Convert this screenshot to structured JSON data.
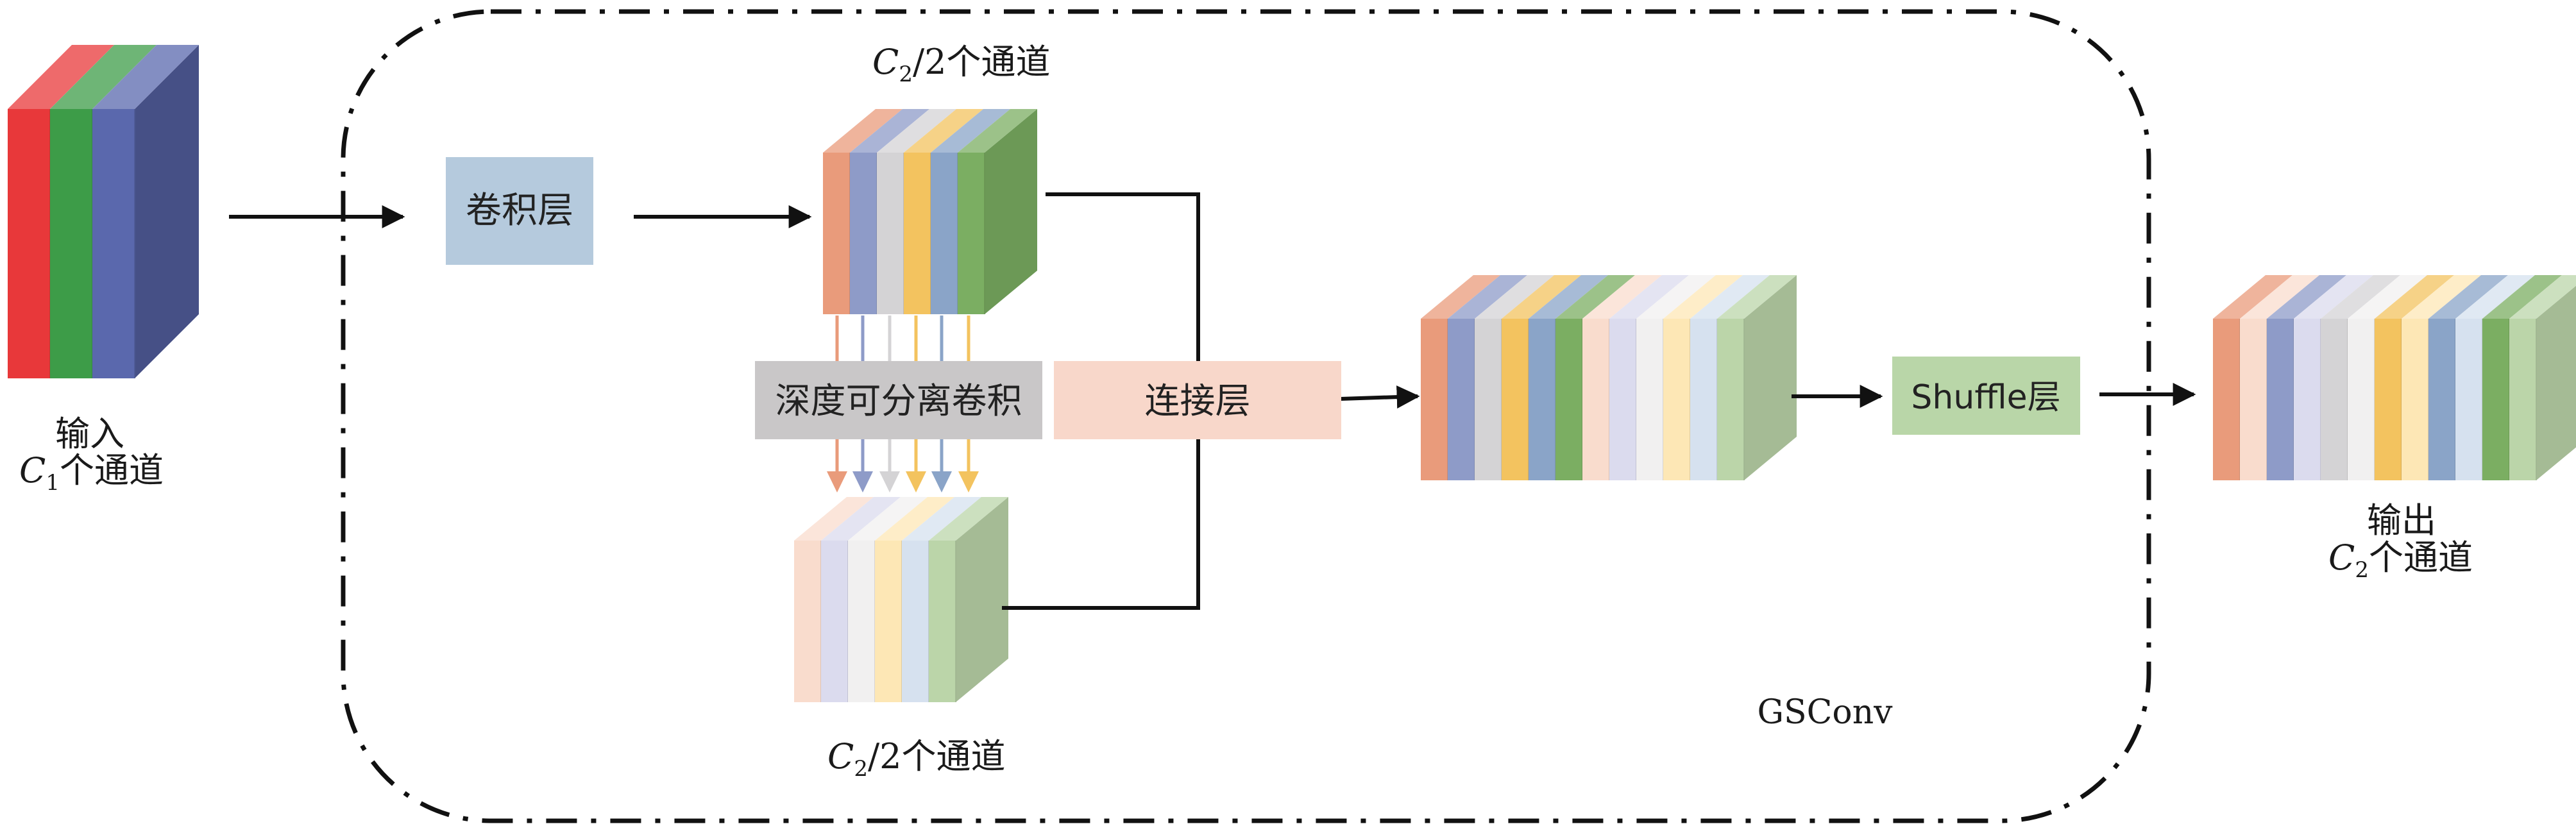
{
  "labels": {
    "input_line1": "输入",
    "input_var": "C",
    "input_sub": "1",
    "input_rest": "个通道",
    "top_var": "C",
    "top_sub": "2",
    "top_rest": "/2个通道",
    "bottom_var": "C",
    "bottom_sub": "2",
    "bottom_rest": "/2个通道",
    "output_line1": "输出",
    "output_var": "C",
    "output_sub": "2",
    "output_rest": "个通道",
    "module": "GSConv"
  },
  "boxes": {
    "conv": "卷积层",
    "dwconv": "深度可分离卷积",
    "concat": "连接层",
    "shuffle": "Shuffle层"
  },
  "colors": {
    "input_slices": [
      "#e8383a",
      "#3d9c48",
      "#5a68ad",
      "#465086"
    ],
    "top_slices": [
      "#e99b7b",
      "#8e9bc8",
      "#d4d3d5",
      "#f3c35f",
      "#8aa4c8",
      "#7bae62"
    ],
    "bottom_slices": [
      "#f9dccd",
      "#dbdbee",
      "#f1f0f0",
      "#fde7b5",
      "#d6e1ef",
      "#bbd5a9"
    ],
    "concat_slices": [
      "#e99b7b",
      "#8e9bc8",
      "#d4d3d5",
      "#f3c35f",
      "#8aa4c8",
      "#7bae62",
      "#f9dccd",
      "#dbdbee",
      "#f1f0f0",
      "#fde7b5",
      "#d6e1ef",
      "#bbd5a9"
    ],
    "output_slices": [
      "#e99b7b",
      "#f9dccd",
      "#8e9bc8",
      "#dbdbee",
      "#d4d3d5",
      "#f1f0f0",
      "#f3c35f",
      "#fde7b5",
      "#8aa4c8",
      "#d6e1ef",
      "#7bae62",
      "#bbd5a9"
    ],
    "arrow_colors": [
      "#e99b7b",
      "#8e9bc8",
      "#d4d3d5",
      "#f3c35f",
      "#8aa4c8",
      "#f3c35f"
    ],
    "conv_box": "#b5cadd",
    "dwconv_box": "#c9c7c8",
    "concat_box": "#f8d7ca",
    "shuffle_box": "#b9d6a8"
  }
}
